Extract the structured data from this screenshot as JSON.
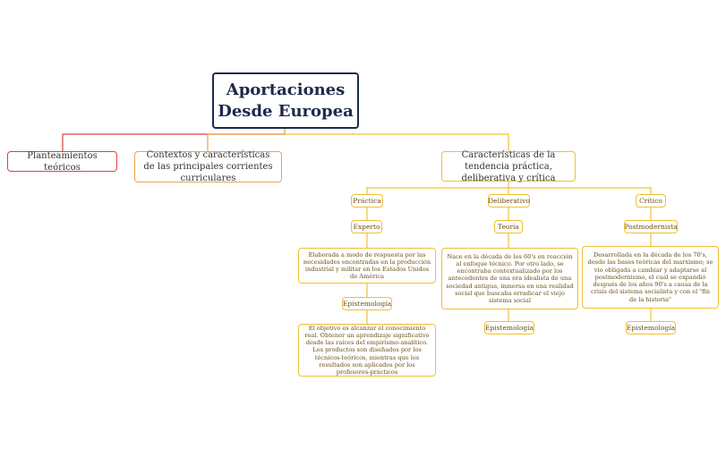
{
  "root": {
    "line1": "Aportaciones",
    "line2": "Desde Europea"
  },
  "colors": {
    "root": "#1e2a4a",
    "red": "#e04040",
    "orange": "#f0a050",
    "yellow": "#f0c030"
  },
  "branches": {
    "planteamientos": "Planteamientos teóricos",
    "contextos": "Contextos y características de las principales corrientes curriculares",
    "caracteristicas": "Características de la tendencia práctica, deliberativa y crítica"
  },
  "practica": {
    "label": "Práctica",
    "sub": "Experto",
    "desc": "Elaborada a modo de respuesta por las necesidades encontradas en la producción industrial y militar en los Estados Unidos de América",
    "epist": "Epistemología",
    "epist_desc": "El objetivo es alcanzar el conocimiento real. Obtener un aprendizaje significativo desde las raíces del empirismo-analítico. Los productos son diseñados por los técnicos-teóricos, mientras que los resultados son aplicados por los profesores-prácticos"
  },
  "deliberativo": {
    "label": "Deliberativo",
    "sub": "Teoría",
    "desc": "Nace en la década de los 60's en reacción al enfoque técnico. Por otro lado, se encontraba contextualizado por los antecedentes de una era idealista de una sociedad antigua, inmersa en una realidad social que buscaba erradicar el viejo sistema social",
    "epist": "Epistemología"
  },
  "critico": {
    "label": "Crítico",
    "sub": "Postmodernista",
    "desc": "Desarrollada en la década de los 70's, desde las bases teóricas del marxismo; se vio obligada a cambiar y adaptarse al postmodernismo, el cual se expandió después de los años 90's a causa de la crisis del sistema socialista y con el \"fin de la historia\"",
    "epist": "Epistemología"
  }
}
